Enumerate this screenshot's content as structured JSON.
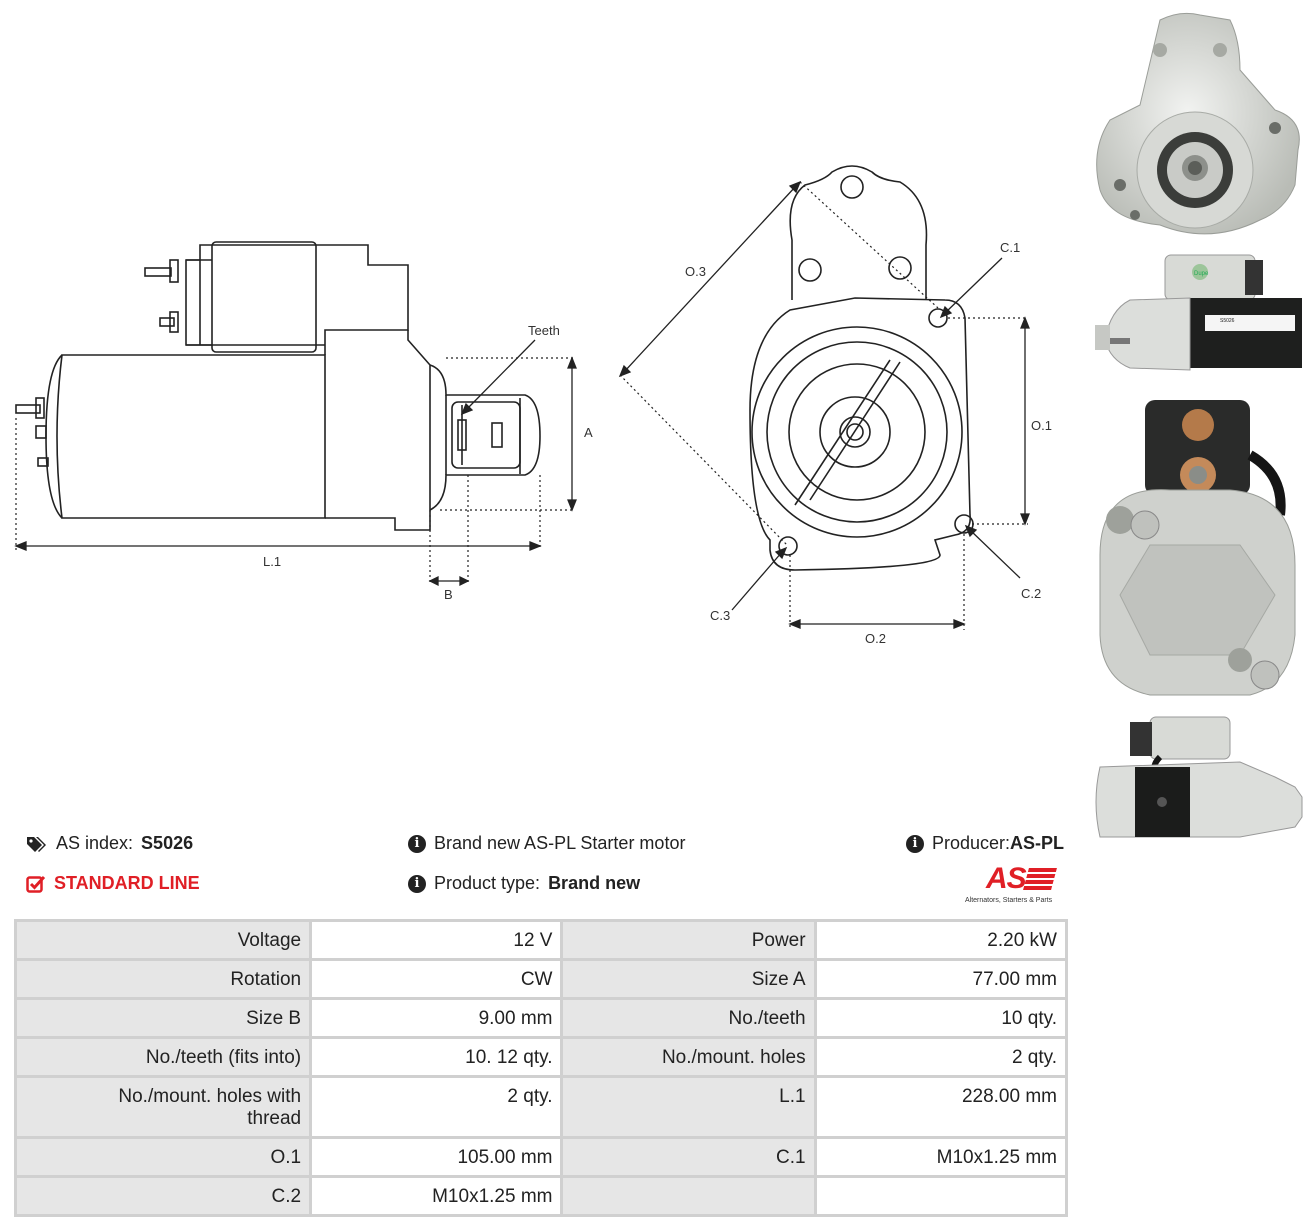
{
  "drawing": {
    "label_teeth": "Teeth",
    "label_a": "A",
    "label_b": "B",
    "label_l1": "L.1",
    "label_o1": "O.1",
    "label_o2": "O.2",
    "label_o3": "O.3",
    "label_c1": "C.1",
    "label_c2": "C.2",
    "label_c3": "C.3"
  },
  "info": {
    "as_index_label": "AS index:",
    "as_index_value": "S5026",
    "line": "STANDARD LINE",
    "description": "Brand new AS-PL Starter motor",
    "product_type_label": "Product type:",
    "product_type_value": "Brand new",
    "producer_label": "Producer:",
    "producer_value": "AS-PL"
  },
  "logo": {
    "mark": "AS",
    "tagline": "Alternators, Starters & Parts"
  },
  "label": {
    "brand": "Dupe",
    "code": "S5026"
  },
  "specs": [
    [
      "Voltage",
      "12 V",
      "Power",
      "2.20 kW"
    ],
    [
      "Rotation",
      "CW",
      "Size A",
      "77.00 mm"
    ],
    [
      "Size B",
      "9.00 mm",
      "No./teeth",
      "10 qty."
    ],
    [
      "No./teeth (fits into)",
      "10. 12 qty.",
      "No./mount. holes",
      "2 qty."
    ],
    [
      "No./mount. holes with thread",
      "2 qty.",
      "L.1",
      "228.00 mm"
    ],
    [
      "O.1",
      "105.00 mm",
      "C.1",
      "M10x1.25 mm"
    ],
    [
      "C.2",
      "M10x1.25 mm",
      "",
      ""
    ]
  ],
  "colors": {
    "accent_red": "#e01f26",
    "table_key_bg": "#e6e6e6",
    "table_border": "#d0d0d0"
  }
}
